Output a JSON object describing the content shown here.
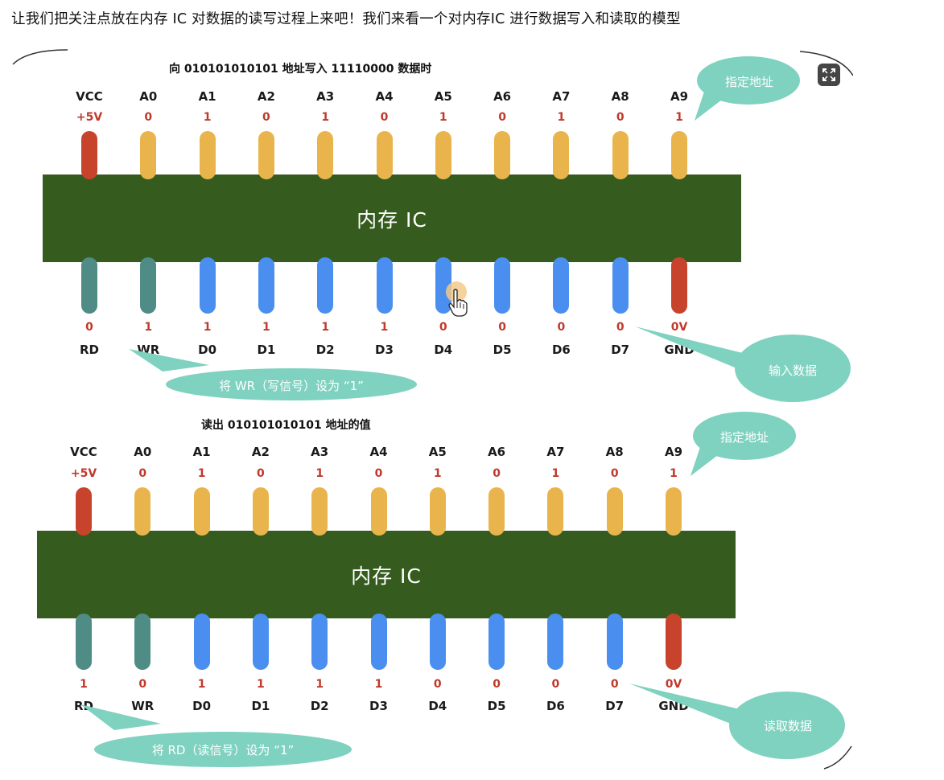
{
  "heading": "让我们把关注点放在内存 IC 对数据的读写过程上来吧！我们来看一个对内存IC 进行数据写入和读取的模型",
  "colors": {
    "chip": "#355c1e",
    "vcc_pin": "#c8432b",
    "addr_pin": "#e9b44c",
    "ctrl_pin": "#4e8c85",
    "data_pin": "#4a8ff0",
    "gnd_pin": "#c8432b",
    "bubble": "#7fd1c0",
    "value": "#c0392b"
  },
  "icons": {
    "expand": "expand-icon",
    "cursor": "hand-pointer-icon"
  },
  "diagrams": [
    {
      "title": "向 010101010101 地址写入 11110000 数据时",
      "chip_label": "内存 IC",
      "top_pins": [
        {
          "name": "VCC",
          "value": "+5V",
          "kind": "vcc"
        },
        {
          "name": "A0",
          "value": "0",
          "kind": "addr"
        },
        {
          "name": "A1",
          "value": "1",
          "kind": "addr"
        },
        {
          "name": "A2",
          "value": "0",
          "kind": "addr"
        },
        {
          "name": "A3",
          "value": "1",
          "kind": "addr"
        },
        {
          "name": "A4",
          "value": "0",
          "kind": "addr"
        },
        {
          "name": "A5",
          "value": "1",
          "kind": "addr"
        },
        {
          "name": "A6",
          "value": "0",
          "kind": "addr"
        },
        {
          "name": "A7",
          "value": "1",
          "kind": "addr"
        },
        {
          "name": "A8",
          "value": "0",
          "kind": "addr"
        },
        {
          "name": "A9",
          "value": "1",
          "kind": "addr"
        }
      ],
      "bottom_pins": [
        {
          "name": "RD",
          "value": "0",
          "kind": "ctrl"
        },
        {
          "name": "WR",
          "value": "1",
          "kind": "ctrl"
        },
        {
          "name": "D0",
          "value": "1",
          "kind": "data"
        },
        {
          "name": "D1",
          "value": "1",
          "kind": "data"
        },
        {
          "name": "D2",
          "value": "1",
          "kind": "data"
        },
        {
          "name": "D3",
          "value": "1",
          "kind": "data"
        },
        {
          "name": "D4",
          "value": "0",
          "kind": "data"
        },
        {
          "name": "D5",
          "value": "0",
          "kind": "data"
        },
        {
          "name": "D6",
          "value": "0",
          "kind": "data"
        },
        {
          "name": "D7",
          "value": "0",
          "kind": "data"
        },
        {
          "name": "GND",
          "value": "0V",
          "kind": "gnd"
        }
      ],
      "callouts": {
        "address": "指定地址",
        "data": "输入数据",
        "control": "将 WR（写信号）设为 “1”"
      }
    },
    {
      "title": "读出 010101010101 地址的值",
      "chip_label": "内存 IC",
      "top_pins": [
        {
          "name": "VCC",
          "value": "+5V",
          "kind": "vcc"
        },
        {
          "name": "A0",
          "value": "0",
          "kind": "addr"
        },
        {
          "name": "A1",
          "value": "1",
          "kind": "addr"
        },
        {
          "name": "A2",
          "value": "0",
          "kind": "addr"
        },
        {
          "name": "A3",
          "value": "1",
          "kind": "addr"
        },
        {
          "name": "A4",
          "value": "0",
          "kind": "addr"
        },
        {
          "name": "A5",
          "value": "1",
          "kind": "addr"
        },
        {
          "name": "A6",
          "value": "0",
          "kind": "addr"
        },
        {
          "name": "A7",
          "value": "1",
          "kind": "addr"
        },
        {
          "name": "A8",
          "value": "0",
          "kind": "addr"
        },
        {
          "name": "A9",
          "value": "1",
          "kind": "addr"
        }
      ],
      "bottom_pins": [
        {
          "name": "RD",
          "value": "1",
          "kind": "ctrl"
        },
        {
          "name": "WR",
          "value": "0",
          "kind": "ctrl"
        },
        {
          "name": "D0",
          "value": "1",
          "kind": "data"
        },
        {
          "name": "D1",
          "value": "1",
          "kind": "data"
        },
        {
          "name": "D2",
          "value": "1",
          "kind": "data"
        },
        {
          "name": "D3",
          "value": "1",
          "kind": "data"
        },
        {
          "name": "D4",
          "value": "0",
          "kind": "data"
        },
        {
          "name": "D5",
          "value": "0",
          "kind": "data"
        },
        {
          "name": "D6",
          "value": "0",
          "kind": "data"
        },
        {
          "name": "D7",
          "value": "0",
          "kind": "data"
        },
        {
          "name": "GND",
          "value": "0V",
          "kind": "gnd"
        }
      ],
      "callouts": {
        "address": "指定地址",
        "data": "读取数据",
        "control": "将 RD（读信号）设为 “1”"
      }
    }
  ]
}
